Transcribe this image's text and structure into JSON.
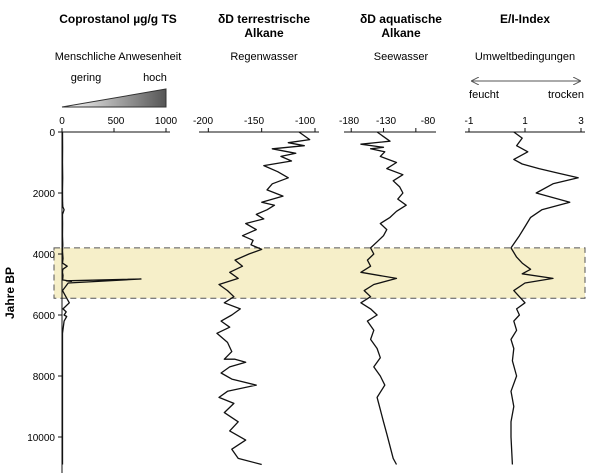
{
  "chart_data": {
    "type": "line",
    "y_axis": {
      "label": "Jahre BP",
      "ticks": [
        0,
        2000,
        4000,
        6000,
        8000,
        10000
      ],
      "range": [
        0,
        11000
      ],
      "inverted": true
    },
    "highlight_band": {
      "y_from": 3800,
      "y_to": 5450,
      "color": "#f6efc9"
    },
    "panels": [
      {
        "id": "coprostanol",
        "title": [
          "Coprostanol µg/g TS"
        ],
        "subtitle": "Menschliche Anwesenheit",
        "scale_labels": {
          "low": "gering",
          "high": "hoch"
        },
        "xlim": [
          0,
          1000
        ],
        "xticks": [
          0,
          500,
          1000
        ],
        "series": [
          {
            "x": [
              5,
              6,
              5,
              7,
              5,
              6,
              8,
              20,
              5,
              6,
              5,
              8,
              5,
              10,
              5,
              50,
              8,
              5,
              10,
              8,
              5,
              90,
              40,
              760,
              60,
              5,
              45,
              70,
              10,
              40,
              20,
              45,
              20,
              5,
              5,
              5,
              5,
              5,
              5,
              5
            ],
            "y": [
              0,
              500,
              1000,
              1500,
              1900,
              2300,
              2450,
              2550,
              2700,
              3000,
              3400,
              3700,
              3900,
              4150,
              4300,
              4400,
              4500,
              4600,
              4700,
              4800,
              4850,
              4900,
              4880,
              4820,
              4950,
              5200,
              5450,
              5600,
              5800,
              5900,
              6000,
              6050,
              6200,
              6600,
              7000,
              7400,
              8000,
              9000,
              10000,
              10900
            ]
          }
        ]
      },
      {
        "id": "terrestrisch",
        "title": [
          "δD terrestrische",
          "Alkane"
        ],
        "subtitle": "Regenwasser",
        "xlim": [
          -205,
          -100
        ],
        "xticks": [
          -200,
          -150,
          -100
        ],
        "series": [
          {
            "x": [
              -115,
              -105,
              -125,
              -110,
              -140,
              -118,
              -132,
              -122,
              -148,
              -135,
              -125,
              -140,
              -145,
              -130,
              -150,
              -138,
              -145,
              -155,
              -148,
              -165,
              -155,
              -168,
              -158,
              -160,
              -150,
              -162,
              -175,
              -168,
              -180,
              -172,
              -190,
              -182,
              -176,
              -185,
              -170,
              -178,
              -188,
              -180,
              -192,
              -182,
              -178,
              -185,
              -175,
              -165,
              -180,
              -188,
              -178,
              -155,
              -182,
              -190,
              -176,
              -185,
              -172,
              -180,
              -165,
              -178,
              -172,
              -150
            ],
            "y": [
              0,
              250,
              350,
              450,
              550,
              700,
              800,
              950,
              1100,
              1300,
              1500,
              1700,
              1900,
              2100,
              2300,
              2400,
              2550,
              2700,
              2850,
              3000,
              3200,
              3400,
              3550,
              3700,
              3850,
              4000,
              4200,
              4400,
              4600,
              4800,
              5000,
              5200,
              5400,
              5600,
              5800,
              6000,
              6200,
              6400,
              6600,
              6900,
              7200,
              7450,
              7450,
              7550,
              7700,
              7900,
              8100,
              8300,
              8500,
              8700,
              8900,
              9200,
              9500,
              9800,
              10100,
              10400,
              10700,
              10900
            ]
          }
        ]
      },
      {
        "id": "aquatisch",
        "title": [
          "δD aquatische",
          "Alkane"
        ],
        "subtitle": "Seewasser",
        "xlim": [
          -185,
          -55
        ],
        "xticks": [
          -180,
          -130,
          -80
        ],
        "series": [
          {
            "x": [
              -140,
              -120,
              -165,
              -130,
              -150,
              -128,
              -135,
              -110,
              -125,
              -100,
              -115,
              -105,
              -100,
              -108,
              -95,
              -110,
              -120,
              -135,
              -125,
              -130,
              -140,
              -150,
              -145,
              -155,
              -150,
              -165,
              -110,
              -145,
              -160,
              -150,
              -165,
              -150,
              -140,
              -155,
              -145,
              -150,
              -140,
              -135,
              -145,
              -135,
              -128,
              -140,
              -135,
              -130,
              -125,
              -120,
              -115,
              -110
            ],
            "y": [
              0,
              300,
              400,
              500,
              550,
              650,
              800,
              1000,
              1200,
              1400,
              1600,
              1800,
              2000,
              2200,
              2400,
              2600,
              2800,
              3000,
              3200,
              3400,
              3600,
              3800,
              4000,
              4200,
              4400,
              4600,
              4800,
              5000,
              5200,
              5400,
              5600,
              5800,
              6000,
              6200,
              6500,
              6800,
              7100,
              7400,
              7700,
              8000,
              8300,
              8700,
              9100,
              9500,
              9900,
              10300,
              10700,
              10900
            ]
          }
        ]
      },
      {
        "id": "ei-index",
        "title": [
          "E/I-Index"
        ],
        "subtitle": "Umweltbedingungen",
        "arrow_labels": {
          "left": "feucht",
          "right": "trocken"
        },
        "xlim": [
          -1,
          3
        ],
        "xticks": [
          -1,
          1,
          3
        ],
        "xtick_labels": [
          "-1",
          "1",
          "3"
        ],
        "series": [
          {
            "x": [
              0.6,
              0.9,
              0.7,
              1.1,
              0.6,
              0.9,
              1.5,
              2.2,
              2.9,
              2.0,
              1.4,
              2.6,
              1.6,
              1.2,
              1.0,
              0.8,
              0.5,
              0.7,
              0.9,
              1.2,
              0.9,
              2.0,
              1.0,
              0.6,
              0.8,
              1.0,
              0.7,
              0.8,
              0.6,
              0.7,
              0.5,
              0.6,
              0.55,
              0.7,
              0.5,
              0.6,
              0.5,
              0.5,
              0.55
            ],
            "y": [
              0,
              200,
              450,
              650,
              900,
              1050,
              1200,
              1350,
              1500,
              1700,
              2000,
              2300,
              2550,
              2800,
              3100,
              3400,
              3800,
              4100,
              4300,
              4500,
              4650,
              4800,
              4950,
              5200,
              5400,
              5600,
              5800,
              6000,
              6200,
              6500,
              6800,
              7100,
              7500,
              8000,
              8500,
              9000,
              9500,
              10000,
              10900
            ]
          }
        ]
      }
    ]
  }
}
